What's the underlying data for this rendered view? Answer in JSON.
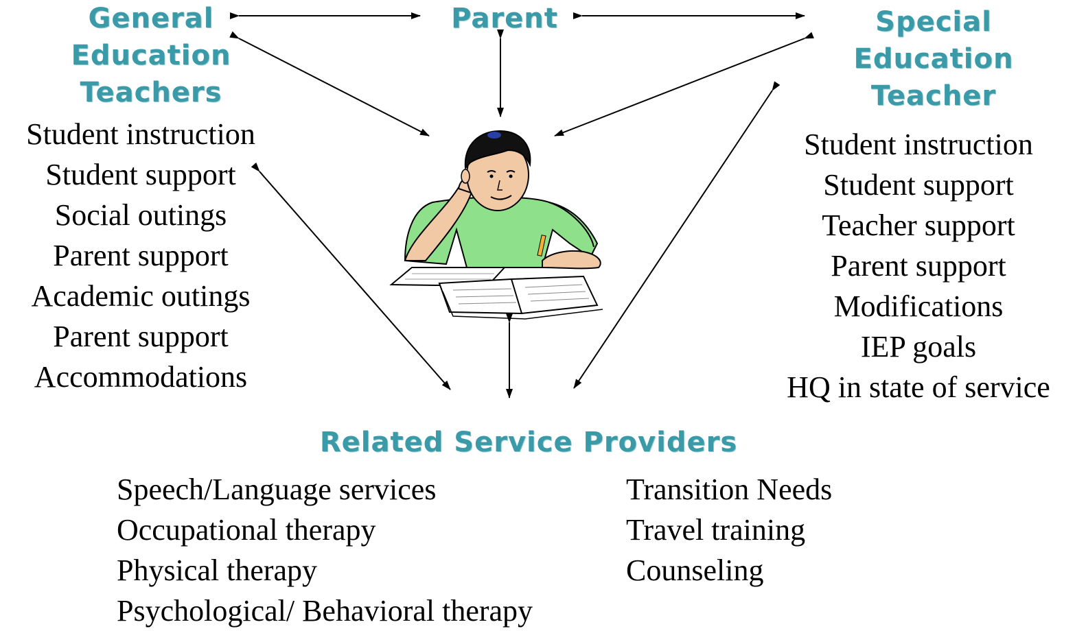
{
  "headings": {
    "general_education": "General\nEducation\nTeachers",
    "parent": "Parent",
    "special_education": "Special\nEducation\nTeacher",
    "related_services": "Related Service Providers"
  },
  "general_education_roles": [
    "Student instruction",
    "Student support",
    "Social outings",
    "Parent support",
    "Academic outings",
    "Parent support",
    "Accommodations"
  ],
  "special_education_roles": [
    "Student instruction",
    "Student support",
    "Teacher support",
    "Parent support",
    "Modifications",
    "IEP goals",
    "HQ in state of service"
  ],
  "related_services_left": [
    "Speech/Language services",
    "Occupational therapy",
    "Physical therapy",
    "Psychological/ Behavioral therapy"
  ],
  "related_services_right": [
    "Transition Needs",
    "Travel training",
    "Counseling"
  ],
  "colors": {
    "heading": "#3a9aa8",
    "text": "#000000",
    "arrow": "#000000",
    "shirt": "#8fe08a"
  },
  "icons": {
    "center_image": "student-studying-illustration"
  }
}
